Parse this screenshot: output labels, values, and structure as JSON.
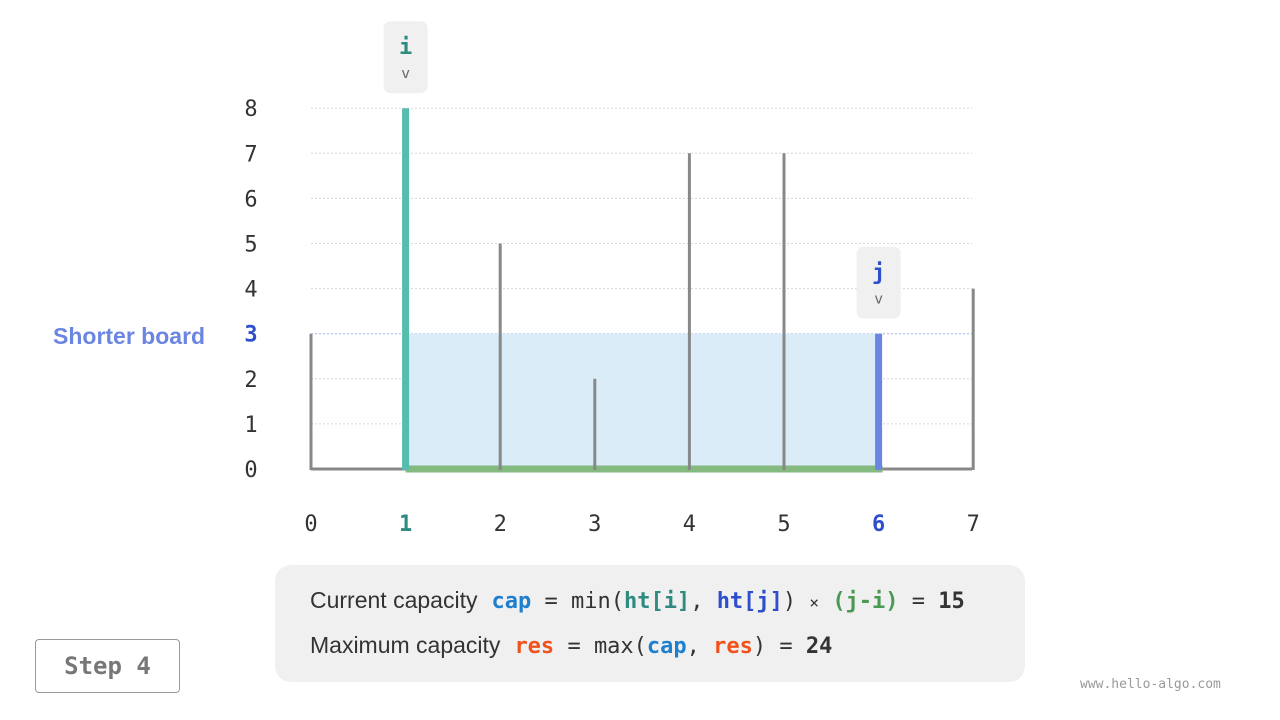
{
  "chart_data": {
    "type": "bar",
    "categories": [
      "0",
      "1",
      "2",
      "3",
      "4",
      "5",
      "6",
      "7"
    ],
    "values": [
      3,
      8,
      5,
      2,
      7,
      7,
      3,
      4
    ],
    "y_ticks": [
      "0",
      "1",
      "2",
      "3",
      "4",
      "5",
      "6",
      "7",
      "8"
    ],
    "ylim": [
      0,
      8
    ],
    "grid": true,
    "pointers": [
      {
        "label": "i",
        "index": 1,
        "color": "#2e8b7f"
      },
      {
        "label": "j",
        "index": 6,
        "color": "#2e4fcc"
      }
    ],
    "water_level": 3,
    "colors": {
      "board": "#888888",
      "i_board": "#55bcae",
      "j_board": "#6b86e0",
      "water": "#dbecf9",
      "bottom": "#84b97f",
      "highlight_tick": "#2e4fcc"
    }
  },
  "annotation": {
    "shorter_board": "Shorter board"
  },
  "formula": {
    "current_label": "Current capacity",
    "cap": "cap",
    "eq": "=",
    "min": "min(",
    "ht_i": "ht[i]",
    "comma": ",",
    "ht_j": "ht[j]",
    "close": ")",
    "times": "×",
    "ji": "(j-i)",
    "cap_value": "15",
    "max_label": "Maximum capacity",
    "res": "res",
    "max": "max(",
    "cap2": "cap",
    "res2": "res",
    "res_value": "24"
  },
  "step_label": "Step 4",
  "watermark": "www.hello-algo.com"
}
